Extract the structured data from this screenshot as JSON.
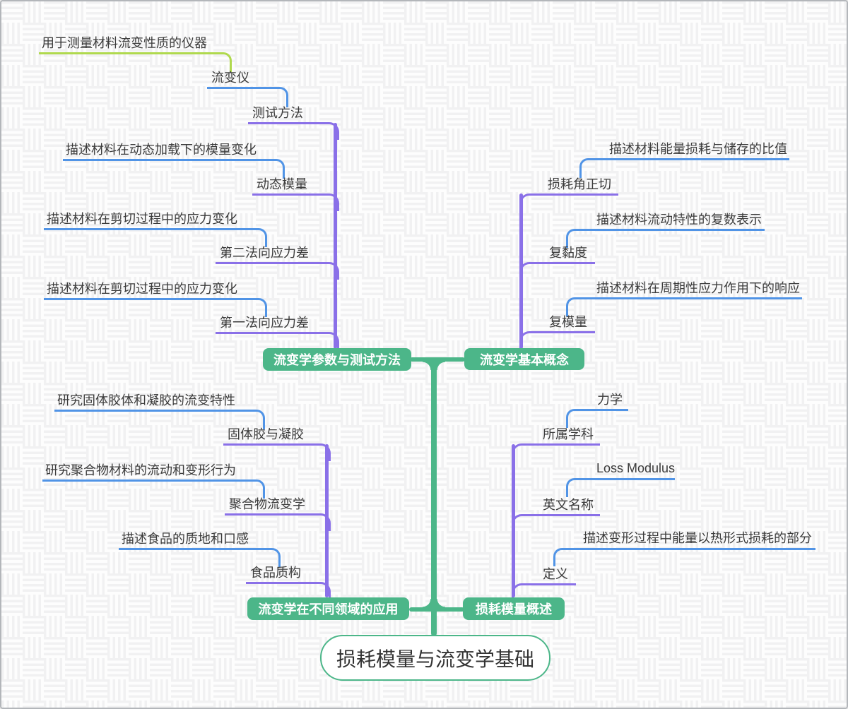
{
  "root": {
    "label": "损耗模量与流变学基础"
  },
  "branches": [
    {
      "label": "流变学参数与测试方法",
      "children": [
        {
          "label": "测试方法",
          "children": [
            {
              "label": "流变仪",
              "children": [
                {
                  "label": "用于测量材料流变性质的仪器"
                }
              ]
            }
          ]
        },
        {
          "label": "动态模量",
          "note": "描述材料在动态加载下的模量变化"
        },
        {
          "label": "第二法向应力差",
          "note": "描述材料在剪切过程中的应力变化"
        },
        {
          "label": "第一法向应力差",
          "note": "描述材料在剪切过程中的应力变化"
        }
      ]
    },
    {
      "label": "流变学基本概念",
      "children": [
        {
          "label": "损耗角正切",
          "note": "描述材料能量损耗与储存的比值"
        },
        {
          "label": "复黏度",
          "note": "描述材料流动特性的复数表示"
        },
        {
          "label": "复模量",
          "note": "描述材料在周期性应力作用下的响应"
        }
      ]
    },
    {
      "label": "流变学在不同领域的应用",
      "children": [
        {
          "label": "固体胶与凝胶",
          "note": "研究固体胶体和凝胶的流变特性"
        },
        {
          "label": "聚合物流变学",
          "note": "研究聚合物材料的流动和变形行为"
        },
        {
          "label": "食品质构",
          "note": "描述食品的质地和口感"
        }
      ]
    },
    {
      "label": "损耗模量概述",
      "children": [
        {
          "label": "所属学科",
          "value": "力学"
        },
        {
          "label": "英文名称",
          "value": "Loss Modulus"
        },
        {
          "label": "定义",
          "note": "描述变形过程中能量以热形式损耗的部分"
        }
      ]
    }
  ],
  "colors": {
    "topic_green": "#4cb689",
    "level2_purple": "#8a70e8",
    "level3_blue": "#5194e6",
    "level4_lime": "#b0d94e",
    "text": "#3b3b3b"
  }
}
